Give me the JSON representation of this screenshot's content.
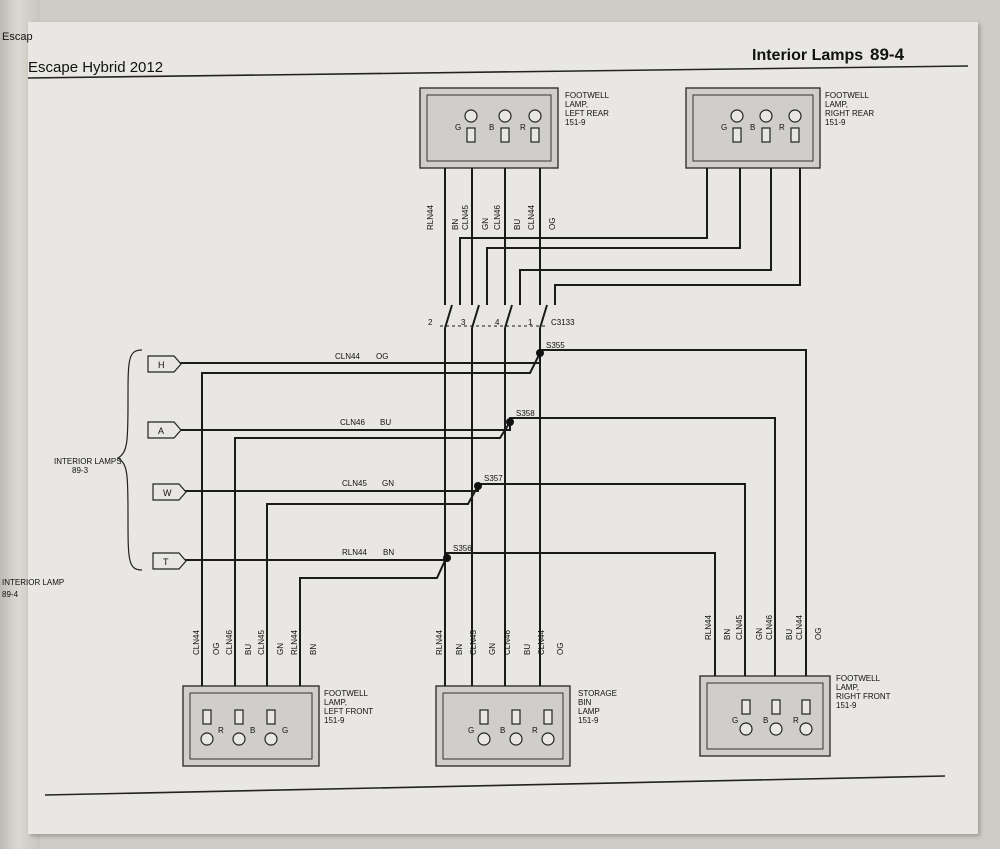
{
  "header": {
    "left": "Escape Hybrid 2012",
    "title": "Interior Lamps",
    "page": "89-4"
  },
  "margin_text": {
    "top": "Escap",
    "middle": "INTERIOR LAMP",
    "middle_page": "89-4"
  },
  "reference": {
    "label": "INTERIOR LAMPS",
    "page": "89-3"
  },
  "connector": {
    "name": "C3133",
    "pins": [
      "2",
      "3",
      "4",
      "1"
    ]
  },
  "terminals": [
    "H",
    "A",
    "W",
    "T"
  ],
  "splices": [
    "S355",
    "S358",
    "S357",
    "S356"
  ],
  "bus_labels": [
    {
      "circuit": "CLN44",
      "color": "OG"
    },
    {
      "circuit": "CLN46",
      "color": "BU"
    },
    {
      "circuit": "CLN45",
      "color": "GN"
    },
    {
      "circuit": "RLN44",
      "color": "BN"
    }
  ],
  "components": {
    "left_rear": {
      "lines": [
        "FOOTWELL",
        "LAMP,",
        "LEFT REAR",
        "151-9"
      ]
    },
    "right_rear": {
      "lines": [
        "FOOTWELL",
        "LAMP,",
        "RIGHT REAR",
        "151-9"
      ]
    },
    "left_front": {
      "lines": [
        "FOOTWELL",
        "LAMP,",
        "LEFT FRONT",
        "151-9"
      ]
    },
    "storage_bin": {
      "lines": [
        "STORAGE",
        "BIN",
        "LAMP",
        "151-9"
      ]
    },
    "right_front": {
      "lines": [
        "FOOTWELL",
        "LAMP,",
        "RIGHT FRONT",
        "151-9"
      ]
    }
  },
  "led_letters": [
    "G",
    "B",
    "R"
  ],
  "wire_labels": {
    "rear": [
      "RLN44",
      "BN",
      "CLN45",
      "GN",
      "CLN46",
      "BU",
      "CLN44",
      "OG"
    ],
    "left_front": [
      "CLN44",
      "OG",
      "CLN46",
      "BU",
      "CLN45",
      "GN",
      "RLN44",
      "BN"
    ],
    "storage_bin": [
      "RLN44",
      "BN",
      "CLN45",
      "GN",
      "CLN46",
      "BU",
      "CLN44",
      "OG"
    ],
    "right_front": [
      "RLN44",
      "BN",
      "CLN45",
      "GN",
      "CLN46",
      "BU",
      "CLN44",
      "OG"
    ]
  }
}
